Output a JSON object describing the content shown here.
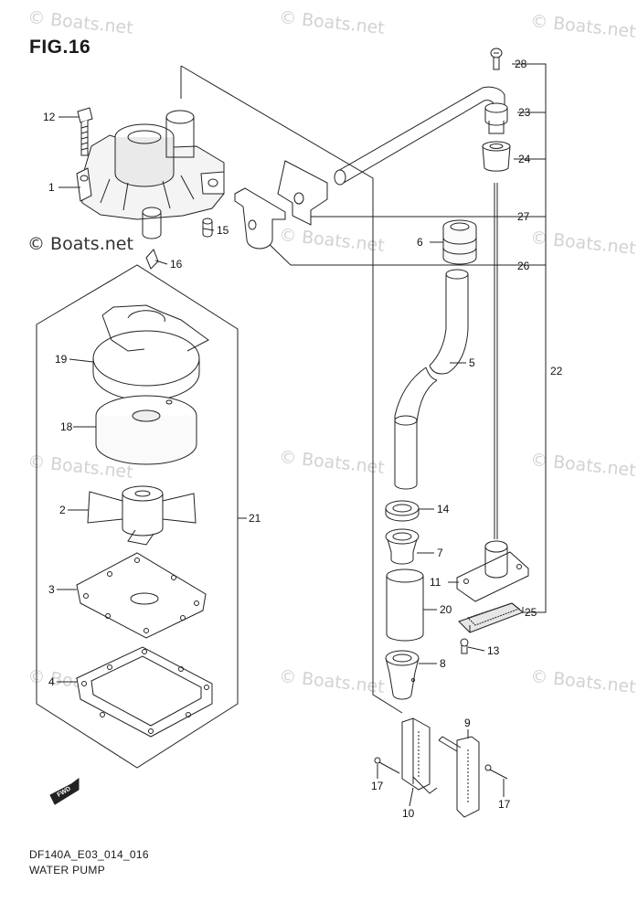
{
  "figure": {
    "title": "FIG.16",
    "code": "DF140A_E03_014_016",
    "name": "WATER PUMP"
  },
  "watermark": {
    "text": "© Boats.net"
  },
  "orientation_badge": "FWD",
  "callouts": [
    {
      "number": "1"
    },
    {
      "number": "2"
    },
    {
      "number": "3"
    },
    {
      "number": "4"
    },
    {
      "number": "5"
    },
    {
      "number": "6"
    },
    {
      "number": "7"
    },
    {
      "number": "8"
    },
    {
      "number": "9"
    },
    {
      "number": "10"
    },
    {
      "number": "11"
    },
    {
      "number": "12"
    },
    {
      "number": "13"
    },
    {
      "number": "14"
    },
    {
      "number": "15"
    },
    {
      "number": "16"
    },
    {
      "number": "17"
    },
    {
      "number": "17"
    },
    {
      "number": "18"
    },
    {
      "number": "19"
    },
    {
      "number": "20"
    },
    {
      "number": "21"
    },
    {
      "number": "22"
    },
    {
      "number": "23"
    },
    {
      "number": "24"
    },
    {
      "number": "25"
    },
    {
      "number": "26"
    },
    {
      "number": "27"
    },
    {
      "number": "28"
    }
  ]
}
